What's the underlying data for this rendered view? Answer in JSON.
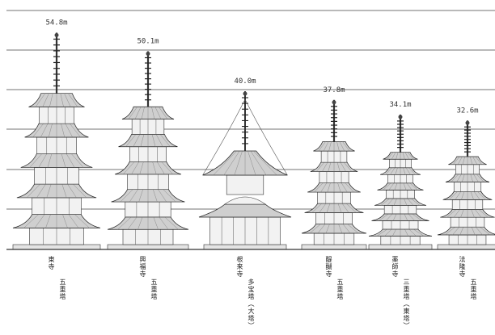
{
  "diagram": {
    "pagodas": [
      {
        "height": "54.8m",
        "temple": "東寺",
        "type": "五重塔",
        "height_m": 54.8,
        "tiers": 5,
        "style": "tiered"
      },
      {
        "height": "50.1m",
        "temple": "興福寺",
        "type": "五重塔",
        "height_m": 50.1,
        "tiers": 5,
        "style": "tiered"
      },
      {
        "height": "40.0m",
        "temple": "根来寺",
        "type": "多宝塔（大塔）",
        "height_m": 40.0,
        "tiers": 2,
        "style": "tahoto"
      },
      {
        "height": "37.8m",
        "temple": "醍醐寺",
        "type": "五重塔",
        "height_m": 37.8,
        "tiers": 5,
        "style": "tiered"
      },
      {
        "height": "34.1m",
        "temple": "薬師寺",
        "type": "三重塔（東塔）",
        "height_m": 34.1,
        "tiers": 6,
        "style": "tiered"
      },
      {
        "height": "32.6m",
        "temple": "法隆寺",
        "type": "五重塔",
        "height_m": 32.6,
        "tiers": 5,
        "style": "tiered"
      }
    ]
  }
}
